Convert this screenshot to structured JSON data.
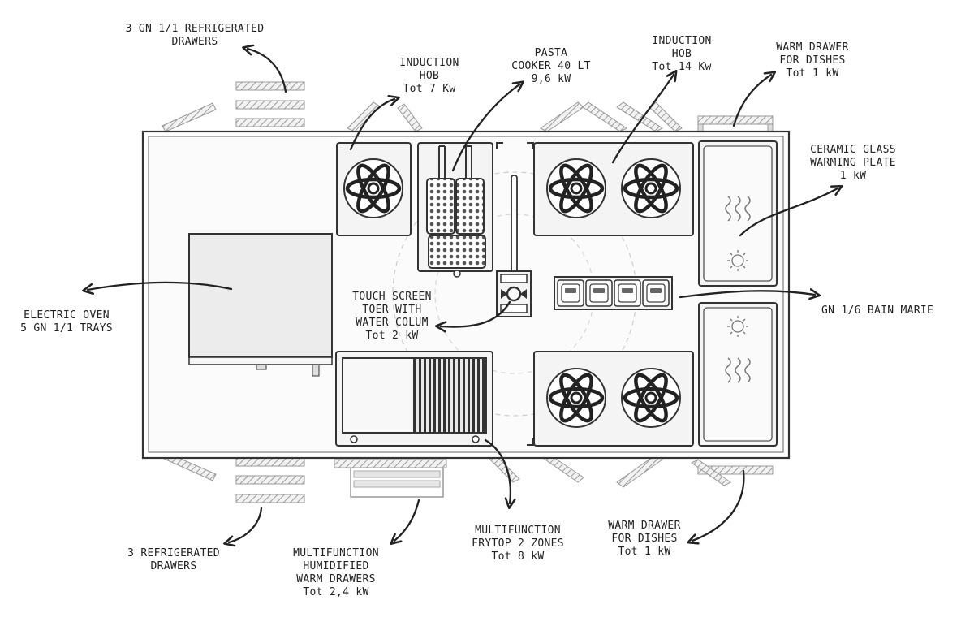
{
  "labels": {
    "refrigerated_drawers_top": [
      "3 GN 1/1 REFRIGERATED",
      "DRAWERS"
    ],
    "induction_hob_small": [
      "INDUCTION",
      "HOB",
      "Tot 7 Kw"
    ],
    "pasta_cooker": [
      "PASTA",
      "COOKER 40 LT",
      "9,6 kW"
    ],
    "induction_hob_large": [
      "INDUCTION",
      "HOB",
      "Tot 14 Kw"
    ],
    "warm_drawer_top": [
      "WARM DRAWER",
      "FOR DISHES",
      "Tot 1 kW"
    ],
    "ceramic_plate": [
      "CERAMIC GLASS",
      "WARMING PLATE",
      "1 kW"
    ],
    "bain_marie": [
      "GN 1/6 BAIN MARIE"
    ],
    "electric_oven": [
      "ELECTRIC OVEN",
      "5 GN 1/1  TRAYS"
    ],
    "touch_screen_tower": [
      "TOUCH SCREEN",
      "TOER WITH",
      "WATER COLUM",
      "Tot 2 kW"
    ],
    "refrigerated_drawers_bottom": [
      "3 REFRIGERATED",
      "DRAWERS"
    ],
    "warm_drawers_humidified": [
      "MULTIFUNCTION",
      "HUMIDIFIED",
      "WARM DRAWERS",
      "Tot 2,4 kW"
    ],
    "frytop": [
      "MULTIFUNCTION",
      "FRYTOP 2 ZONES",
      "Tot 8 kW"
    ],
    "warm_drawer_bottom": [
      "WARM DRAWER",
      "FOR DISHES",
      "Tot 1 kW"
    ]
  },
  "colors": {
    "outline": "#333333",
    "fill_panel": "#f4f4f4",
    "oven_fill": "#ececec",
    "arrow": "#222222",
    "hatch": "#999999"
  }
}
